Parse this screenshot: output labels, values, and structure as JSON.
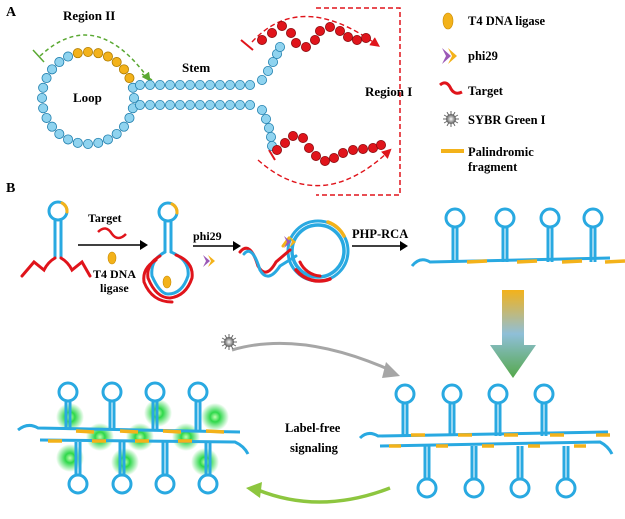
{
  "panel_a": {
    "label": "A",
    "region_ii": "Region II",
    "region_i": "Region I",
    "loop": "Loop",
    "stem": "Stem"
  },
  "legend": {
    "ligase": "T4 DNA ligase",
    "phi29": "phi29",
    "target": "Target",
    "sybr": "SYBR Green I",
    "palindromic_1": "Palindromic",
    "palindromic_2": "fragment"
  },
  "panel_b": {
    "label": "B",
    "target": "Target",
    "ligase_1": "T4 DNA",
    "ligase_2": "ligase",
    "phi29": "phi29",
    "php_rca": "PHP-RCA",
    "signal_1": "Label-free",
    "signal_2": "signaling"
  },
  "colors": {
    "blue_strand": "#29a9e1",
    "blue_fill": "#8fd3ef",
    "red_strand": "#e0141b",
    "gold": "#f3b21a",
    "green_arrow": "#8dc63f",
    "grey_arrow": "#a6a6a6",
    "glow": "#2ed84a"
  }
}
